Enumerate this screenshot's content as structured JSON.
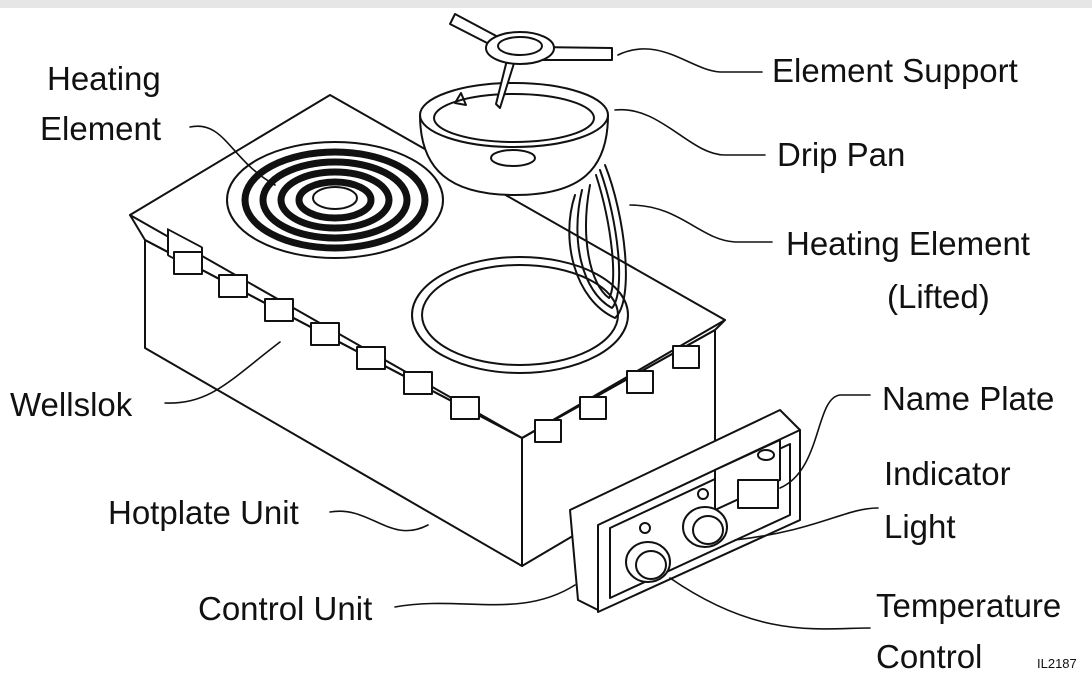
{
  "labels": {
    "heating_element_1": "Heating",
    "heating_element_2": "Element",
    "element_support": "Element Support",
    "drip_pan": "Drip Pan",
    "heating_element_lifted_1": "Heating Element",
    "heating_element_lifted_2": "(Lifted)",
    "wellslok": "Wellslok",
    "name_plate": "Name Plate",
    "indicator_light_1": "Indicator",
    "indicator_light_2": "Light",
    "hotplate_unit": "Hotplate Unit",
    "control_unit": "Control Unit",
    "temperature_control_1": "Temperature",
    "temperature_control_2": "Control"
  },
  "figure_id": "IL2187",
  "colors": {
    "line": "#111111",
    "background": "#ffffff",
    "top_band": "#e6e6e6"
  }
}
